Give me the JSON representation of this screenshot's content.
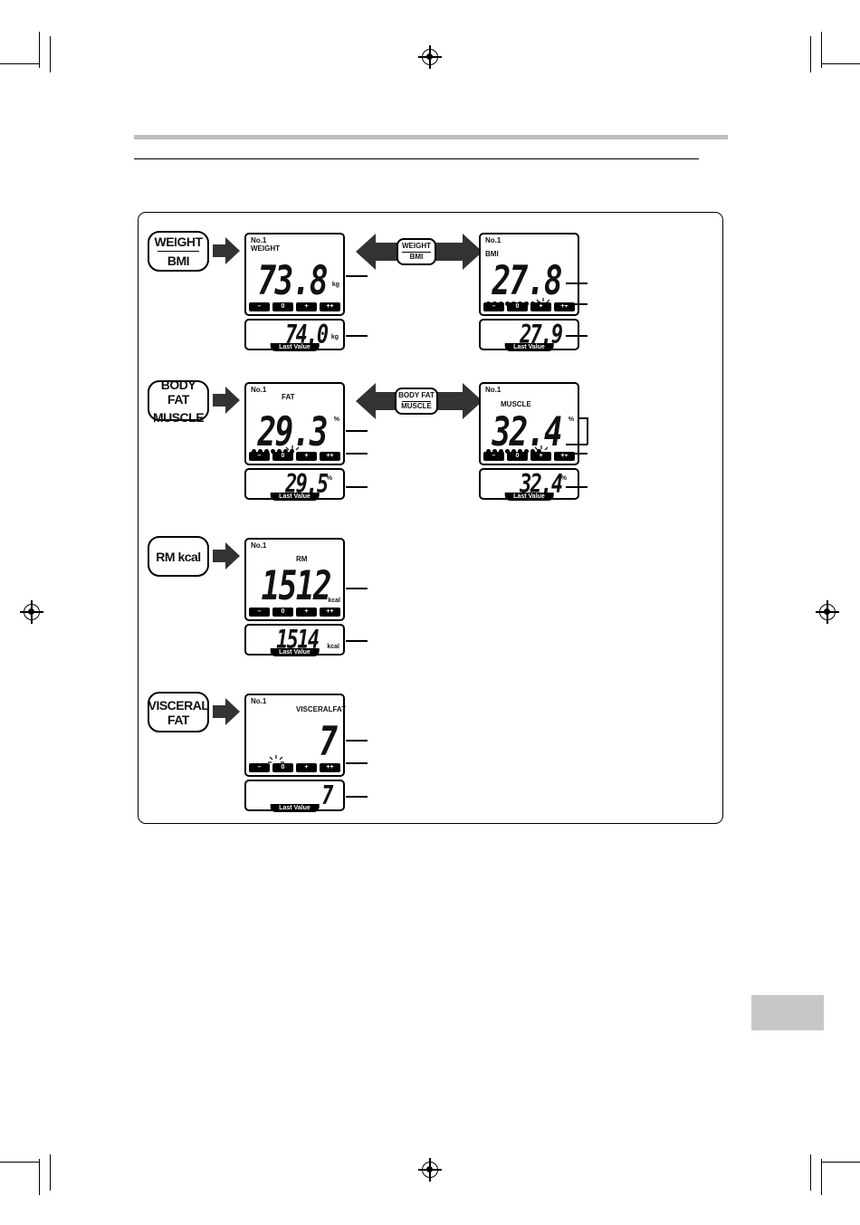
{
  "keys": {
    "weight_bmi": {
      "top": "WEIGHT",
      "bottom": "BMI"
    },
    "bodyfat_muscle": {
      "top": "BODY FAT",
      "bottom": "MUSCLE"
    },
    "rm": {
      "label": "RM kcal"
    },
    "visceral": {
      "top": "VISCERAL",
      "bottom": "FAT"
    }
  },
  "segments": [
    "–",
    "0",
    "+",
    "++"
  ],
  "last_value_label": "Last Value",
  "screens": {
    "weight": {
      "no": "No.1",
      "mode": "WEIGHT",
      "value": "73.8",
      "unit": "kg",
      "last": "74.0",
      "last_unit": "kg"
    },
    "bmi": {
      "no": "No.1",
      "mode": "BMI",
      "value": "27.8",
      "unit": "",
      "last": "27.9",
      "last_unit": ""
    },
    "fat": {
      "no": "No.1",
      "mode": "FAT",
      "value": "29.3",
      "unit": "%",
      "last": "29.5",
      "last_unit": "%"
    },
    "muscle": {
      "no": "No.1",
      "mode": "MUSCLE",
      "value": "32.4",
      "unit": "%",
      "last": "32.4",
      "last_unit": "%"
    },
    "rm": {
      "no": "No.1",
      "mode": "RM",
      "value": "1512",
      "unit": "kcal",
      "last": "1514",
      "last_unit": "kcal"
    },
    "visceral": {
      "no": "No.1",
      "mode": "VISCERALFAT",
      "value": "7",
      "unit": "",
      "last": "7",
      "last_unit": ""
    }
  }
}
